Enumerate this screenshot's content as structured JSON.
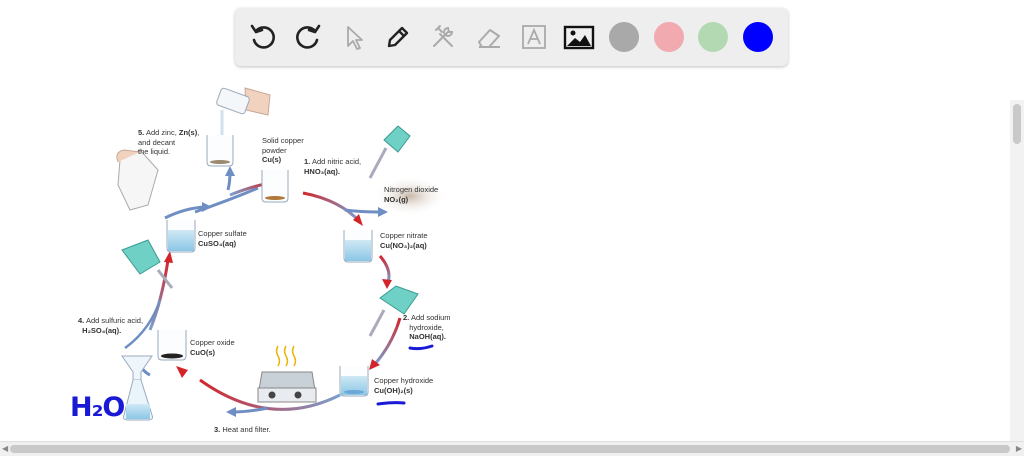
{
  "toolbar": {
    "tools": [
      {
        "name": "undo",
        "icon": "undo-icon"
      },
      {
        "name": "redo",
        "icon": "redo-icon"
      },
      {
        "name": "select",
        "icon": "pointer-icon"
      },
      {
        "name": "pen",
        "icon": "pen-icon"
      },
      {
        "name": "tools",
        "icon": "hammer-wrench-icon"
      },
      {
        "name": "eraser",
        "icon": "eraser-icon"
      },
      {
        "name": "text",
        "icon": "text-icon",
        "label": "A"
      },
      {
        "name": "image",
        "icon": "image-icon"
      }
    ],
    "colors": [
      "#a9a9a9",
      "#f0aab0",
      "#b3d9b3",
      "#0000ff"
    ],
    "selected_color": "#0000ff"
  },
  "diagram": {
    "step5_num": "5.",
    "step5_line1": "Add zinc, ",
    "step5_zn": "Zn(s)",
    "step5_line1_end": ",",
    "step5_line2": "and decant",
    "step5_line3": "the liquid.",
    "copper_powder_line1": "Solid copper",
    "copper_powder_line2": "powder",
    "copper_powder_formula": "Cu(s)",
    "step1_num": "1.",
    "step1_line1": "Add nitric acid,",
    "step1_formula": "HNO₃(aq).",
    "no2_name": "Nitrogen dioxide",
    "no2_formula": "NO₂(g)",
    "copper_sulfate_name": "Copper sulfate",
    "copper_sulfate_formula": "CuSO₄(aq)",
    "copper_nitrate_name": "Copper nitrate",
    "copper_nitrate_formula": "Cu(NO₃)₂(aq)",
    "step4_num": "4.",
    "step4_line1": "Add sulfuric acid,",
    "step4_formula": "H₂SO₄(aq).",
    "step2_num": "2.",
    "step2_line1": "Add sodium",
    "step2_line2": "hydroxide,",
    "step2_formula": "NaOH(aq).",
    "copper_oxide_name": "Copper oxide",
    "copper_oxide_formula": "CuO(s)",
    "copper_hydroxide_name": "Copper hydroxide",
    "copper_hydroxide_formula": "Cu(OH)₂(s)",
    "step3_num": "3.",
    "step3_text": "Heat and filter."
  },
  "annotation": {
    "handwritten": "H₂O",
    "color": "#1a1ad6"
  }
}
